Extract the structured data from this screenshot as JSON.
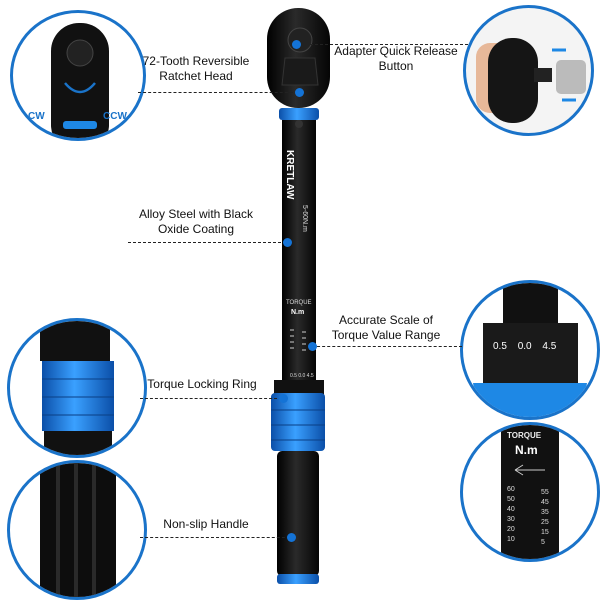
{
  "brand": "KRETLAW",
  "range_marking": "5-60N.m",
  "scale": {
    "title": "TORQUE",
    "unit": "N.m",
    "left_ticks": [
      "60",
      "50",
      "40",
      "30",
      "20",
      "10"
    ],
    "right_ticks": [
      "55",
      "45",
      "35",
      "25",
      "15",
      "5"
    ],
    "ring_ticks": [
      "0.5",
      "0.0",
      "4.5"
    ]
  },
  "callouts": {
    "ratchet_head": "72-Tooth Reversible Ratchet Head",
    "quick_release": "Adapter Quick Release Button",
    "coating": "Alloy Steel with Black Oxide Coating",
    "scale": "Accurate Scale of Torque Value Range",
    "locking_ring": "Torque Locking Ring",
    "handle": "Non-slip Handle"
  },
  "directions": {
    "cw": "CW",
    "ccw": "CCW"
  },
  "colors": {
    "accent": "#1a73c9",
    "body": "#111111",
    "ring": "#1e88e5"
  }
}
